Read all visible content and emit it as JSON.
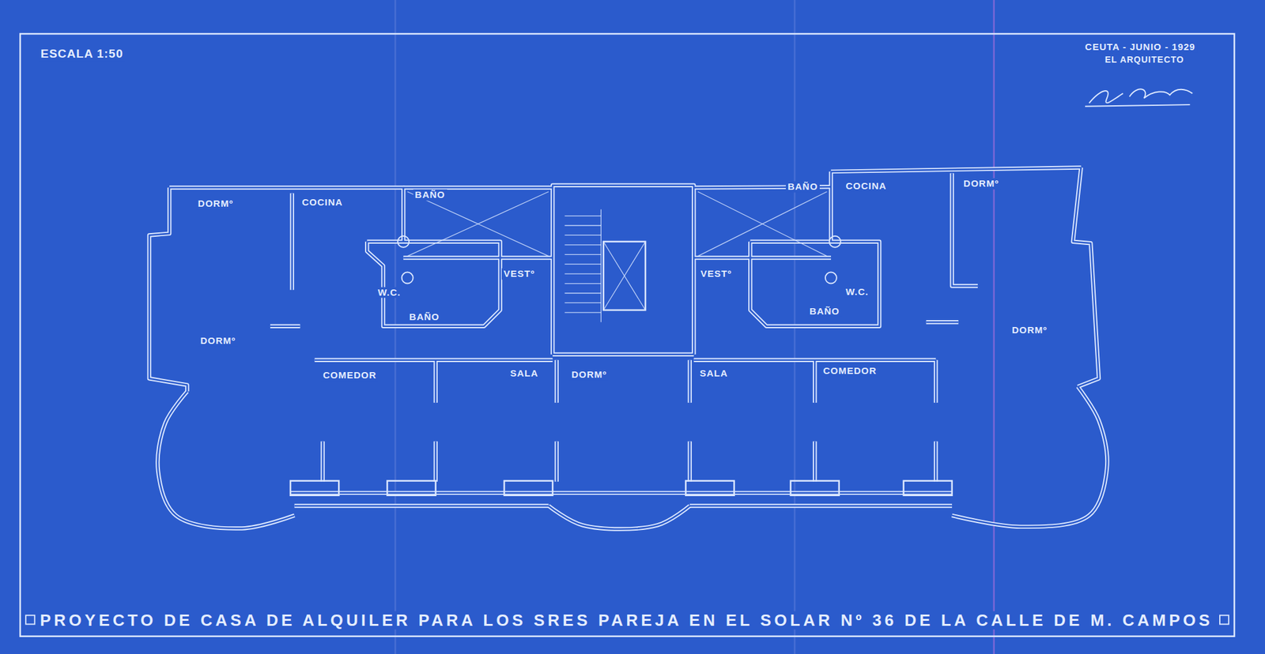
{
  "diagram": {
    "caption": "PROYECTO DE CASA DE ALQUILER PARA LOS SRES PAREJA EN EL SOLAR Nº 36 DE LA CALLE DE M. CAMPOS",
    "labels": [
      "ESCALA 1:50",
      "CEUTA - JUNIO - 1929",
      "EL ARQUITECTO",
      "DORMº",
      "COCINA",
      "BAÑO",
      "BAÑO",
      "COCINA",
      "DORMº",
      "VESTº",
      "VESTº",
      "W.C.",
      "W.C.",
      "BAÑO",
      "BAÑO",
      "DORMº",
      "DORMº",
      "COMEDOR",
      "SALA",
      "DORMº",
      "SALA",
      "COMEDOR"
    ]
  }
}
